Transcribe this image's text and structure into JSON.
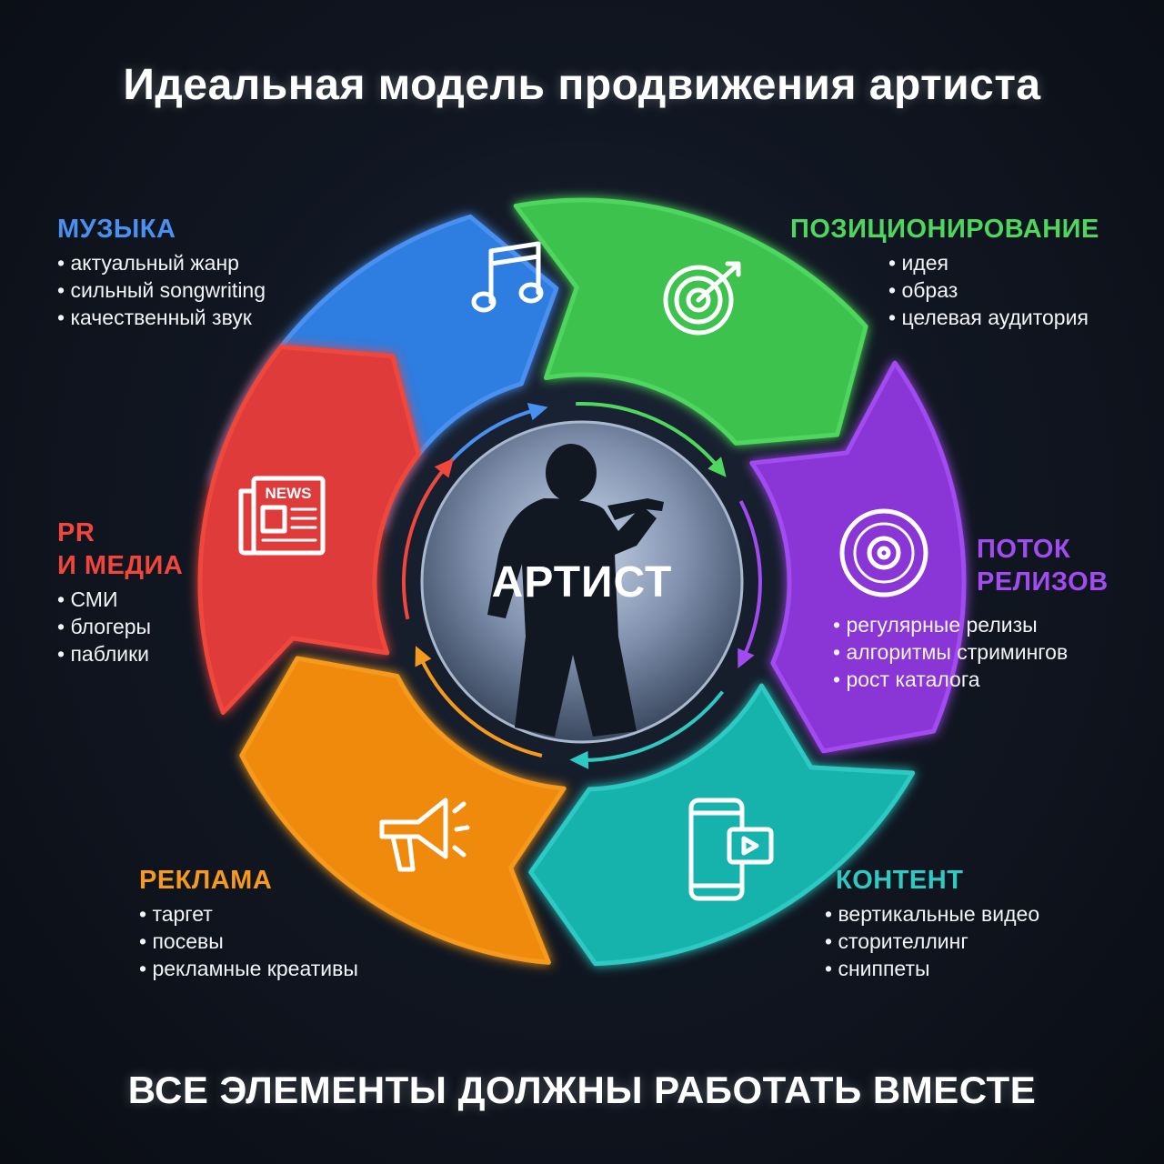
{
  "title": "Идеальная модель продвижения артиста",
  "center_label": "АРТИСТ",
  "footer": "ВСЕ ЭЛЕМЕНТЫ ДОЛЖНЫ РАБОТАТЬ ВМЕСТЕ",
  "segments": [
    {
      "key": "music",
      "color": "#2f7de0",
      "head_color": "#4a90f0",
      "head_lines": [
        "МУЗЫКА"
      ],
      "items": [
        "актуальный жанр",
        "сильный songwriting",
        "качественный звук"
      ],
      "icon": "music-note-icon"
    },
    {
      "key": "positioning",
      "color": "#3cc34e",
      "head_color": "#4fd65e",
      "head_lines": [
        "ПОЗИЦИОНИРОВАНИЕ"
      ],
      "items": [
        "идея",
        "образ",
        "целевая аудитория"
      ],
      "icon": "target-icon"
    },
    {
      "key": "releases",
      "color": "#8a35d6",
      "head_color": "#a24bf0",
      "head_lines": [
        "ПОТОК",
        "РЕЛИЗОВ"
      ],
      "items": [
        "регулярные релизы",
        "алгоритмы стримингов",
        "рост каталога"
      ],
      "icon": "vinyl-disc-icon"
    },
    {
      "key": "content",
      "color": "#14b3ad",
      "head_color": "#2ec9c2",
      "head_lines": [
        "КОНТЕНТ"
      ],
      "items": [
        "вертикальные видео",
        "сторителлинг",
        "сниппеты"
      ],
      "icon": "phone-video-icon"
    },
    {
      "key": "ads",
      "color": "#ef8a10",
      "head_color": "#f59a1e",
      "head_lines": [
        "РЕКЛАМА"
      ],
      "items": [
        "таргет",
        "посевы",
        "рекламные креативы"
      ],
      "icon": "megaphone-icon"
    },
    {
      "key": "pr",
      "color": "#e03a3a",
      "head_color": "#f0463c",
      "head_lines": [
        "PR",
        "И МЕДИА"
      ],
      "items": [
        "СМИ",
        "блогеры",
        "паблики"
      ],
      "icon": "newspaper-icon",
      "icon_text": "NEWS"
    }
  ]
}
